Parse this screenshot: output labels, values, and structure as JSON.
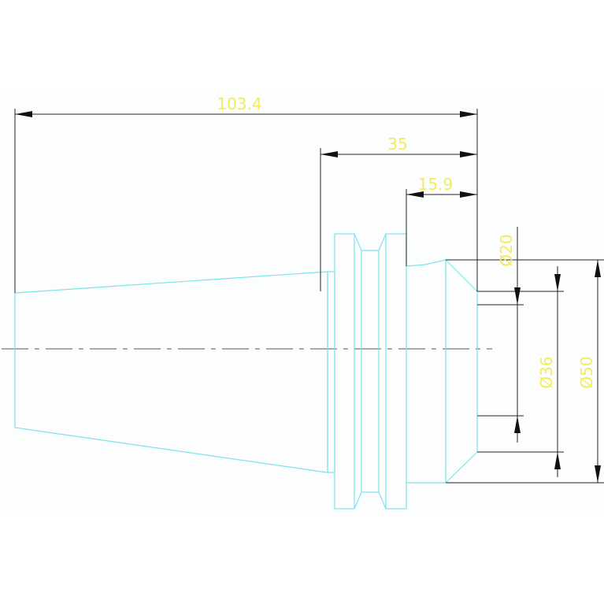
{
  "colors": {
    "page_background": "#ffffff",
    "drawing_background": "#fcfdfd",
    "part_outline": "#7fe3ec",
    "dimension_line": "#222222",
    "dimension_text": "#f3ec5e",
    "centerline": "#555555"
  },
  "dimensions": {
    "overall_length": "103.4",
    "flange_length": "35",
    "nose_length": "15.9",
    "bore_diameter": "Ø20",
    "chamfer_diameter": "Ø36",
    "outer_diameter": "Ø50"
  }
}
